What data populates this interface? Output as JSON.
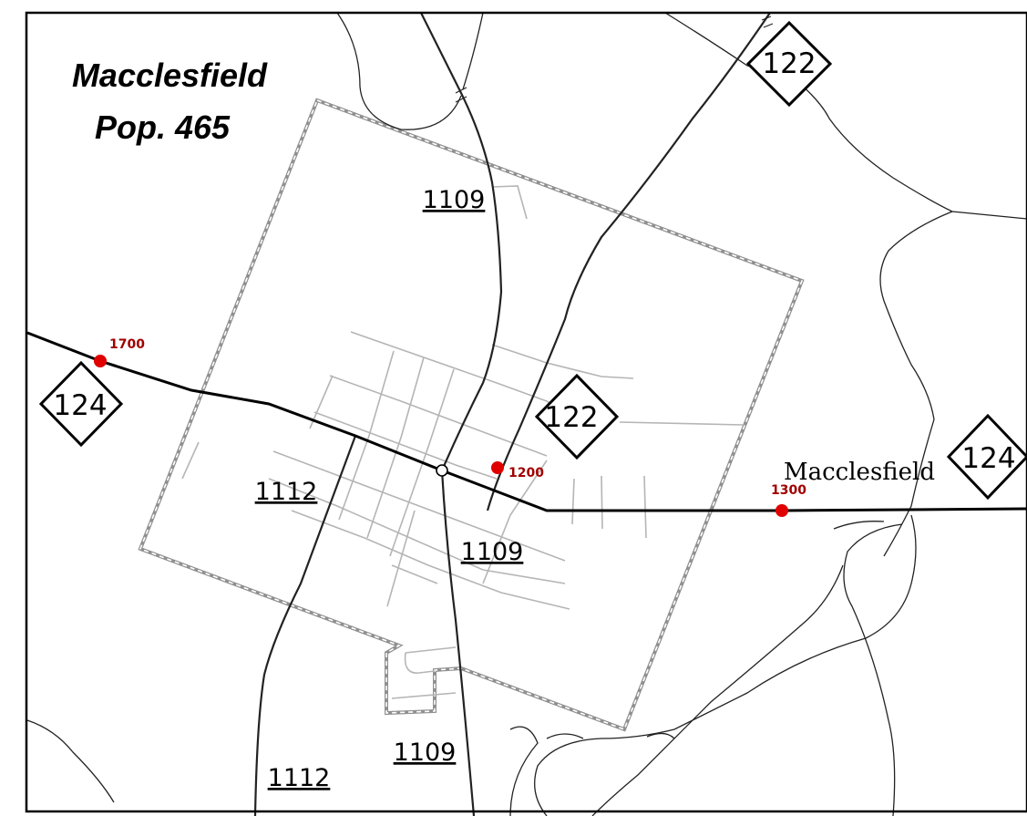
{
  "map": {
    "title_line1": "Macclesfield",
    "title_line2": "Pop. 465",
    "town_label": "Macclesfield",
    "colors": {
      "frame": "#000000",
      "major_road": "#000000",
      "minor_road": "#222222",
      "street": "#b0b0b0",
      "boundary": "#888888",
      "milepost": "#e00000",
      "milepost_text": "#a00000"
    },
    "shields": [
      {
        "id": "shield-122-north",
        "number": "122"
      },
      {
        "id": "shield-122-center",
        "number": "122"
      },
      {
        "id": "shield-124-west",
        "number": "124"
      },
      {
        "id": "shield-124-east",
        "number": "124"
      }
    ],
    "route_labels": [
      {
        "id": "sr-1109-north",
        "text": "1109"
      },
      {
        "id": "sr-1112-west",
        "text": "1112"
      },
      {
        "id": "sr-1109-center",
        "text": "1109"
      },
      {
        "id": "sr-1109-south",
        "text": "1109"
      },
      {
        "id": "sr-1112-south",
        "text": "1112"
      }
    ],
    "mileposts": [
      {
        "id": "mp-1700",
        "text": "1700"
      },
      {
        "id": "mp-1200",
        "text": "1200"
      },
      {
        "id": "mp-1300",
        "text": "1300"
      }
    ]
  }
}
